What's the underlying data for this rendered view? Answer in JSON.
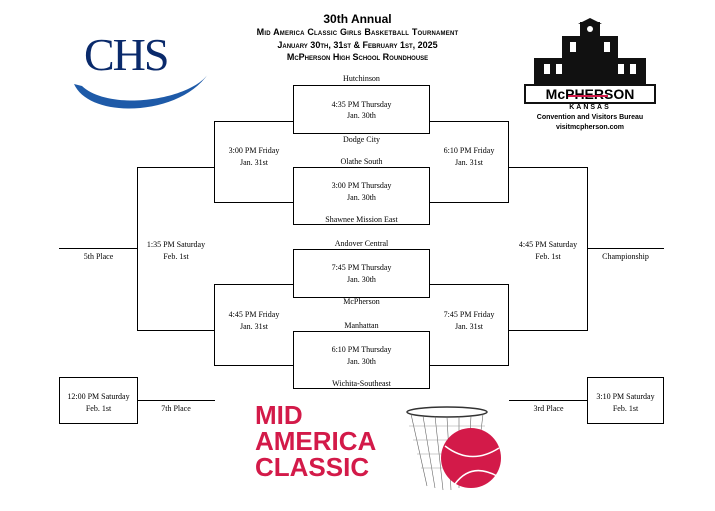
{
  "header": {
    "title": "30th Annual",
    "subtitle": "Mid America Classic Girls Basketball Tournament",
    "dates": "January 30th, 31st & February 1st, 2025",
    "venue": "McPherson High School Roundhouse"
  },
  "logos": {
    "chs": "CHS",
    "mcpherson": "McPHERSON",
    "kansas": "KANSAS",
    "bureau": "Convention and Visitors Bureau",
    "website": "visitmcpherson.com",
    "mac_lines": [
      "MID",
      "AMERICA",
      "CLASSIC"
    ]
  },
  "colors": {
    "accent": "#d31a49",
    "logo_navy": "#0a2a6b",
    "logo_blue": "#1e5aa8"
  },
  "bracket": {
    "games": [
      {
        "top_team": "Hutchinson",
        "time": "4:35 PM Thursday",
        "date": "Jan. 30th",
        "bottom_team": "Dodge City"
      },
      {
        "top_team": "Olathe South",
        "time": "3:00 PM Thursday",
        "date": "Jan. 30th",
        "bottom_team": "Shawnee Mission East"
      },
      {
        "top_team": "Andover Central",
        "time": "7:45 PM Thursday",
        "date": "Jan. 30th",
        "bottom_team": "McPherson"
      },
      {
        "top_team": "Manhattan",
        "time": "6:10 PM Thursday",
        "date": "Jan. 30th",
        "bottom_team": "Wichita-Southeast"
      }
    ],
    "second_round": [
      {
        "time": "3:00 PM Friday",
        "date": "Jan. 31st"
      },
      {
        "time": "6:10 PM Friday",
        "date": "Jan. 31st"
      },
      {
        "time": "4:45 PM Friday",
        "date": "Jan. 31st"
      },
      {
        "time": "7:45 PM Friday",
        "date": "Jan. 31st"
      }
    ],
    "third_round": [
      {
        "time": "1:35 PM Saturday",
        "date": "Feb. 1st"
      },
      {
        "time": "4:45 PM Saturday",
        "date": "Feb. 1st"
      }
    ],
    "seventh": {
      "time": "12:00 PM Saturday",
      "date": "Feb. 1st"
    },
    "third_place_game": {
      "time": "3:10 PM Saturday",
      "date": "Feb. 1st"
    },
    "results": {
      "fifth_place": "5th Place",
      "championship": "Championship",
      "seventh_place": "7th Place",
      "third_place": "3rd Place"
    }
  }
}
